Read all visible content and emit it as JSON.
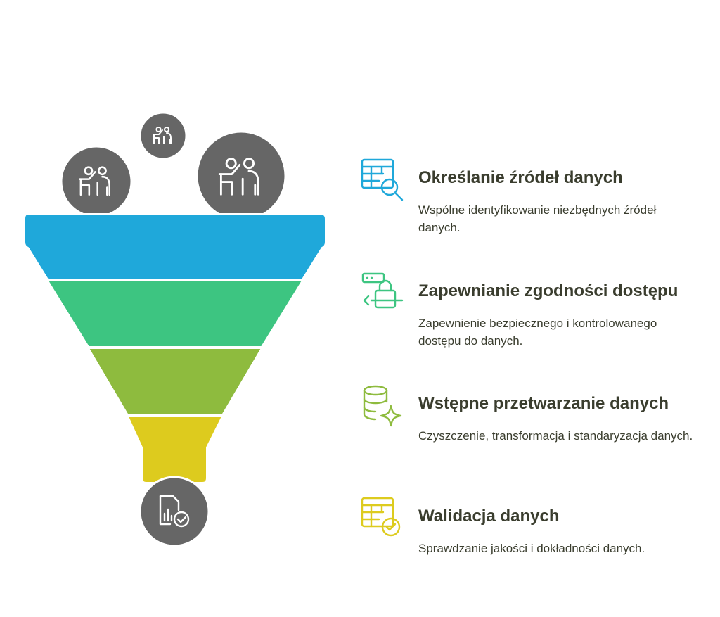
{
  "colors": {
    "layer1": "#1FA8DA",
    "layer2": "#3DC581",
    "layer3": "#8EBB3E",
    "layer4": "#DDCB1E",
    "circle": "#666666",
    "title_text": "#3A3D2E",
    "desc_text": "#3A3D2E",
    "icon1": "#1FA8DA",
    "icon2": "#3DC581",
    "icon3": "#8EBB3E",
    "icon4": "#DDCB1E"
  },
  "funnel": {
    "input_icons": [
      "team-presentation-icon",
      "team-presentation-icon",
      "team-presentation-icon"
    ],
    "output_icon": "document-chart-check-icon"
  },
  "steps": [
    {
      "icon": "table-search-icon",
      "title": "Określanie źródeł danych",
      "description": "Wspólne identyfikowanie niezbędnych źródeł danych."
    },
    {
      "icon": "access-lock-icon",
      "title": "Zapewnianie zgodności dostępu",
      "description": "Zapewnienie bezpiecznego i kontrolowanego dostępu do danych."
    },
    {
      "icon": "database-sparkle-icon",
      "title": "Wstępne przetwarzanie danych",
      "description": "Czyszczenie, transformacja i standaryzacja danych."
    },
    {
      "icon": "table-check-icon",
      "title": "Walidacja danych",
      "description": "Sprawdzanie jakości i dokładności danych."
    }
  ]
}
